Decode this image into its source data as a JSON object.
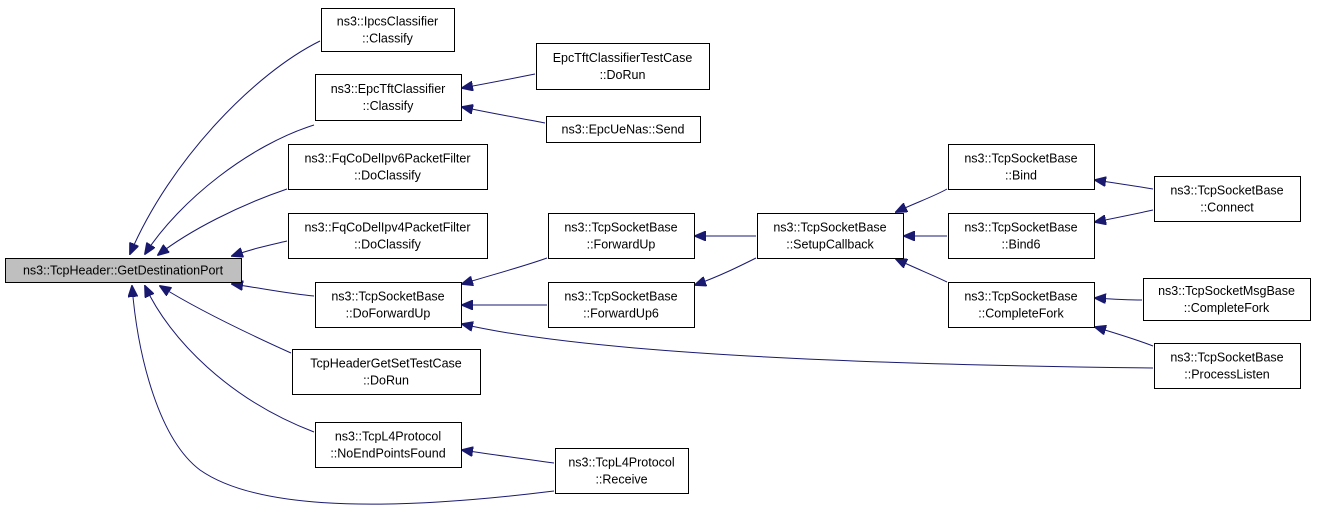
{
  "graph": {
    "root": "getdestinationport",
    "colors": {
      "edge": "#191970",
      "node_border": "#000000",
      "node_fill": "#ffffff",
      "root_fill": "#bfbfbf"
    },
    "nodes": [
      {
        "id": "getdestinationport",
        "lines": [
          "ns3::TcpHeader::GetDestinationPort"
        ]
      },
      {
        "id": "ipcsclassifier-classify",
        "lines": [
          "ns3::IpcsClassifier",
          "::Classify"
        ]
      },
      {
        "id": "epctftclassifier-classify",
        "lines": [
          "ns3::EpcTftClassifier",
          "::Classify"
        ]
      },
      {
        "id": "epctftclassifiertestcase-dorun",
        "lines": [
          "EpcTftClassifierTestCase",
          "::DoRun"
        ]
      },
      {
        "id": "epcuenas-send",
        "lines": [
          "ns3::EpcUeNas::Send"
        ]
      },
      {
        "id": "fqcodelipv6packetfilter-doclassify",
        "lines": [
          "ns3::FqCoDelIpv6PacketFilter",
          "::DoClassify"
        ]
      },
      {
        "id": "fqcodelipv4packetfilter-doclassify",
        "lines": [
          "ns3::FqCoDelIpv4PacketFilter",
          "::DoClassify"
        ]
      },
      {
        "id": "tcpsocketbase-doforwardup",
        "lines": [
          "ns3::TcpSocketBase",
          "::DoForwardUp"
        ]
      },
      {
        "id": "tcpsocketbase-forwardup",
        "lines": [
          "ns3::TcpSocketBase",
          "::ForwardUp"
        ]
      },
      {
        "id": "tcpsocketbase-forwardup6",
        "lines": [
          "ns3::TcpSocketBase",
          "::ForwardUp6"
        ]
      },
      {
        "id": "tcpsocketbase-setupcallback",
        "lines": [
          "ns3::TcpSocketBase",
          "::SetupCallback"
        ]
      },
      {
        "id": "tcpsocketbase-bind",
        "lines": [
          "ns3::TcpSocketBase",
          "::Bind"
        ]
      },
      {
        "id": "tcpsocketbase-bind6",
        "lines": [
          "ns3::TcpSocketBase",
          "::Bind6"
        ]
      },
      {
        "id": "tcpsocketbase-completefork",
        "lines": [
          "ns3::TcpSocketBase",
          "::CompleteFork"
        ]
      },
      {
        "id": "tcpsocketbase-connect",
        "lines": [
          "ns3::TcpSocketBase",
          "::Connect"
        ]
      },
      {
        "id": "tcpsocketmsgbase-completefork",
        "lines": [
          "ns3::TcpSocketMsgBase",
          "::CompleteFork"
        ]
      },
      {
        "id": "tcpsocketbase-processlisten",
        "lines": [
          "ns3::TcpSocketBase",
          "::ProcessListen"
        ]
      },
      {
        "id": "tcpheadergetsettestcase-dorun",
        "lines": [
          "TcpHeaderGetSetTestCase",
          "::DoRun"
        ]
      },
      {
        "id": "tcpl4protocol-noendpointsfound",
        "lines": [
          "ns3::TcpL4Protocol",
          "::NoEndPointsFound"
        ]
      },
      {
        "id": "tcpl4protocol-receive",
        "lines": [
          "ns3::TcpL4Protocol",
          "::Receive"
        ]
      }
    ],
    "edges": [
      {
        "from": "ipcsclassifier-classify",
        "to": "getdestinationport"
      },
      {
        "from": "epctftclassifier-classify",
        "to": "getdestinationport"
      },
      {
        "from": "fqcodelipv6packetfilter-doclassify",
        "to": "getdestinationport"
      },
      {
        "from": "fqcodelipv4packetfilter-doclassify",
        "to": "getdestinationport"
      },
      {
        "from": "tcpsocketbase-doforwardup",
        "to": "getdestinationport"
      },
      {
        "from": "tcpheadergetsettestcase-dorun",
        "to": "getdestinationport"
      },
      {
        "from": "tcpl4protocol-noendpointsfound",
        "to": "getdestinationport"
      },
      {
        "from": "tcpl4protocol-receive",
        "to": "getdestinationport"
      },
      {
        "from": "epctftclassifiertestcase-dorun",
        "to": "epctftclassifier-classify"
      },
      {
        "from": "epcuenas-send",
        "to": "epctftclassifier-classify"
      },
      {
        "from": "tcpsocketbase-forwardup",
        "to": "tcpsocketbase-doforwardup"
      },
      {
        "from": "tcpsocketbase-forwardup6",
        "to": "tcpsocketbase-doforwardup"
      },
      {
        "from": "tcpsocketbase-processlisten",
        "to": "tcpsocketbase-doforwardup"
      },
      {
        "from": "tcpsocketbase-setupcallback",
        "to": "tcpsocketbase-forwardup"
      },
      {
        "from": "tcpsocketbase-setupcallback",
        "to": "tcpsocketbase-forwardup6"
      },
      {
        "from": "tcpsocketbase-bind",
        "to": "tcpsocketbase-setupcallback"
      },
      {
        "from": "tcpsocketbase-bind6",
        "to": "tcpsocketbase-setupcallback"
      },
      {
        "from": "tcpsocketbase-completefork",
        "to": "tcpsocketbase-setupcallback"
      },
      {
        "from": "tcpsocketbase-connect",
        "to": "tcpsocketbase-bind"
      },
      {
        "from": "tcpsocketbase-connect",
        "to": "tcpsocketbase-bind6"
      },
      {
        "from": "tcpsocketmsgbase-completefork",
        "to": "tcpsocketbase-completefork"
      },
      {
        "from": "tcpsocketbase-processlisten",
        "to": "tcpsocketbase-completefork"
      },
      {
        "from": "tcpl4protocol-receive",
        "to": "tcpl4protocol-noendpointsfound"
      }
    ]
  }
}
